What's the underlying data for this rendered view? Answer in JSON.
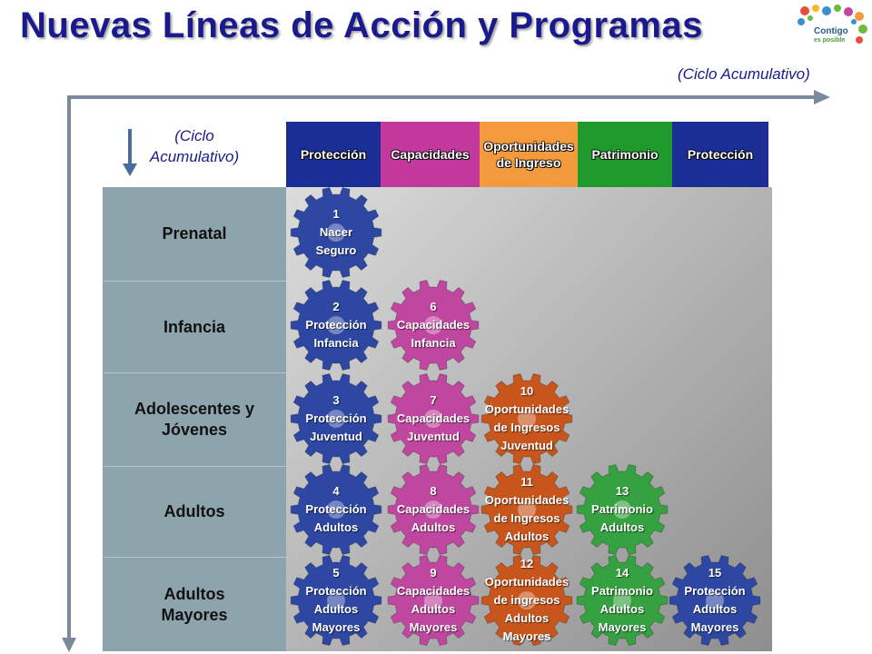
{
  "title": "Nuevas Líneas de Acción y Programas",
  "logo": {
    "name": "Contigo",
    "tagline": "es posible"
  },
  "top_axis_label": "(Ciclo Acumulativo)",
  "left_axis_label": "(Ciclo Acumulativo)",
  "stages": [
    {
      "label": "Prenatal"
    },
    {
      "label": "Infancia"
    },
    {
      "label": "Adolescentes y Jóvenes"
    },
    {
      "label": "Adultos"
    },
    {
      "label": "Adultos Mayores"
    }
  ],
  "categories": [
    {
      "label": "Protección",
      "color": "#1a2e96"
    },
    {
      "label": "Capacidades",
      "color": "#c2389c"
    },
    {
      "label": "Oportunidades de Ingreso",
      "color": "#f39a3c"
    },
    {
      "label": "Patrimonio",
      "color": "#1f9a2a"
    },
    {
      "label": "Protección",
      "color": "#1a2e96"
    }
  ],
  "gear_colors": {
    "blue": "#2d47a3",
    "pink": "#c0479f",
    "orange": "#c8561c",
    "green": "#36a140"
  },
  "programs": [
    {
      "number": "1",
      "lines": [
        "Nacer",
        "Seguro"
      ],
      "col": 0,
      "row": 0,
      "color": "blue"
    },
    {
      "number": "2",
      "lines": [
        "Protección",
        "Infancia"
      ],
      "col": 0,
      "row": 1,
      "color": "blue"
    },
    {
      "number": "3",
      "lines": [
        "Protección",
        "Juventud"
      ],
      "col": 0,
      "row": 2,
      "color": "blue"
    },
    {
      "number": "4",
      "lines": [
        "Protección",
        "Adultos"
      ],
      "col": 0,
      "row": 3,
      "color": "blue"
    },
    {
      "number": "5",
      "lines": [
        "Protección",
        "Adultos",
        "Mayores"
      ],
      "col": 0,
      "row": 4,
      "color": "blue"
    },
    {
      "number": "6",
      "lines": [
        "Capacidades",
        "Infancia"
      ],
      "col": 1,
      "row": 1,
      "color": "pink"
    },
    {
      "number": "7",
      "lines": [
        "Capacidades",
        "Juventud"
      ],
      "col": 1,
      "row": 2,
      "color": "pink"
    },
    {
      "number": "8",
      "lines": [
        "Capacidades",
        "Adultos"
      ],
      "col": 1,
      "row": 3,
      "color": "pink"
    },
    {
      "number": "9",
      "lines": [
        "Capacidades",
        "Adultos",
        "Mayores"
      ],
      "col": 1,
      "row": 4,
      "color": "pink"
    },
    {
      "number": "10",
      "lines": [
        "Oportunidades",
        "de Ingresos",
        "Juventud"
      ],
      "col": 2,
      "row": 2,
      "color": "orange"
    },
    {
      "number": "11",
      "lines": [
        "Oportunidades",
        "de Ingresos",
        "Adultos"
      ],
      "col": 2,
      "row": 3,
      "color": "orange"
    },
    {
      "number": "12",
      "lines": [
        "Oportunidades",
        "de ingresos",
        "Adultos",
        "Mayores"
      ],
      "col": 2,
      "row": 4,
      "color": "orange"
    },
    {
      "number": "13",
      "lines": [
        "Patrimonio",
        "Adultos"
      ],
      "col": 3,
      "row": 3,
      "color": "green"
    },
    {
      "number": "14",
      "lines": [
        "Patrimonio",
        "Adultos",
        "Mayores"
      ],
      "col": 3,
      "row": 4,
      "color": "green"
    },
    {
      "number": "15",
      "lines": [
        "Protección",
        "Adultos",
        "Mayores"
      ],
      "col": 4,
      "row": 4,
      "color": "blue"
    }
  ]
}
